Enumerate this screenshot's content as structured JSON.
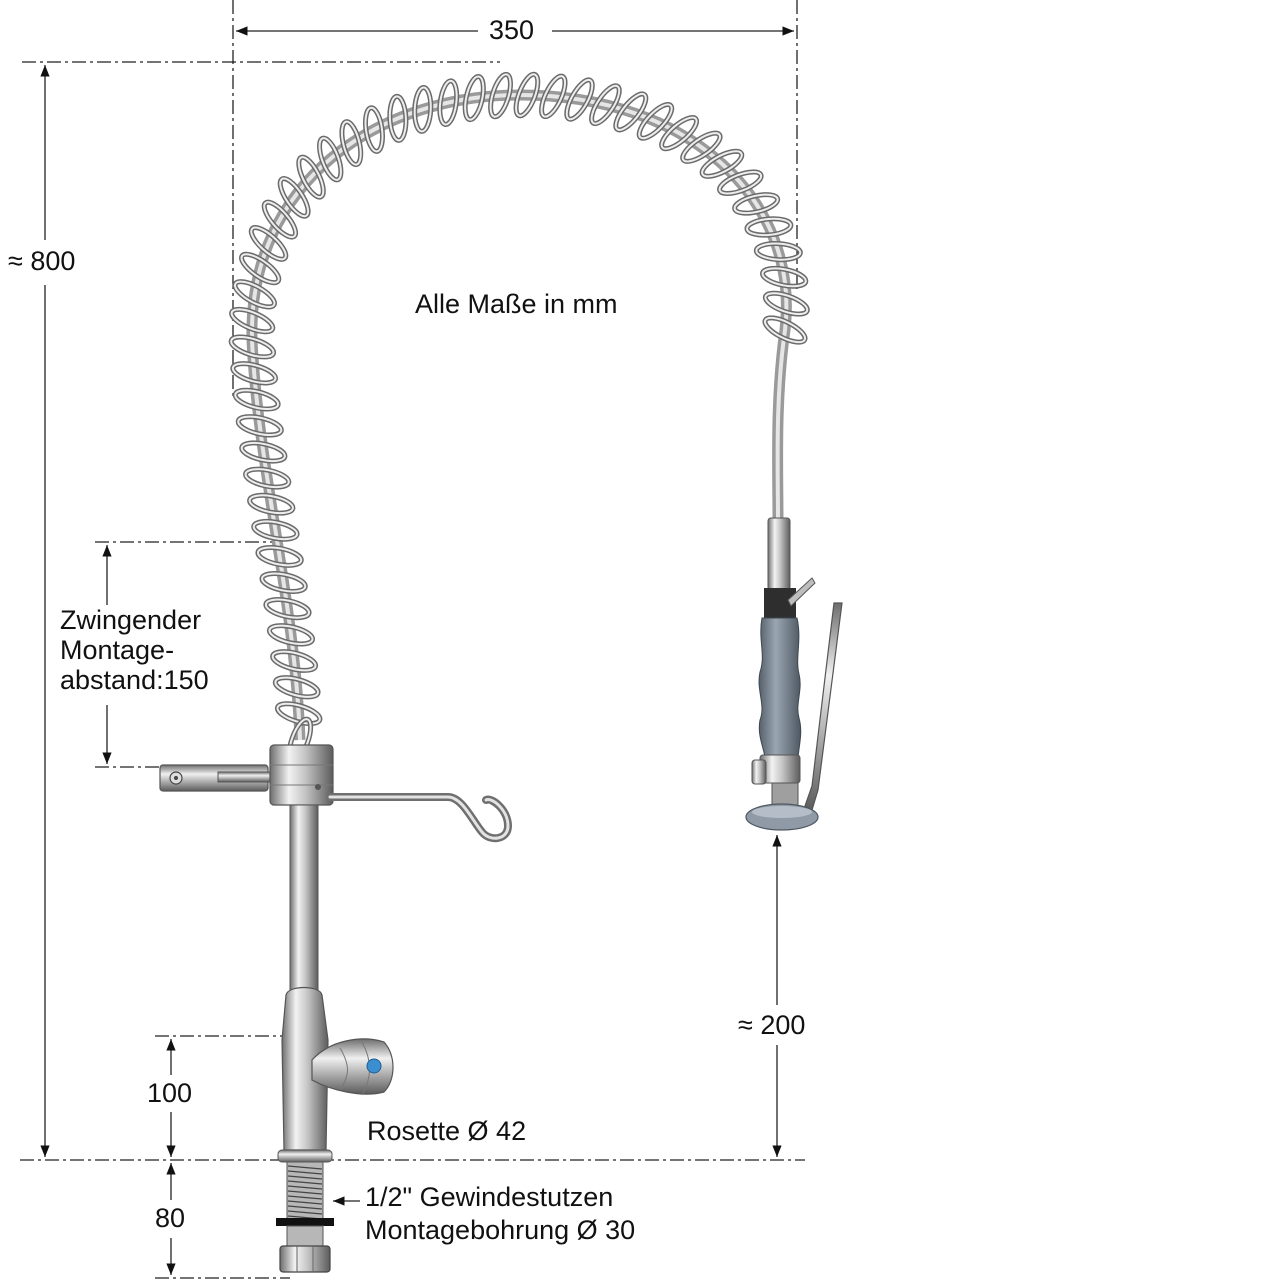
{
  "dimensions": {
    "width_350": "350",
    "height_800": "≈ 800",
    "mounting_150": [
      "Zwingender",
      "Montage-",
      "abstand:150"
    ],
    "height_200": "≈ 200",
    "valve_100": "100",
    "thread_80": "80"
  },
  "notes": {
    "units": "Alle Maße in mm",
    "rosette": "Rosette Ø 42",
    "thread_line1": "1/2\" Gewindestutzen",
    "thread_line2": "Montagebohrung Ø 30"
  },
  "colors": {
    "metal": "#c9c9c9",
    "metal_dark": "#7d7d7d",
    "grip": "#7f8a96",
    "valve_cap": "#3b8fd1",
    "line": "#222222"
  }
}
